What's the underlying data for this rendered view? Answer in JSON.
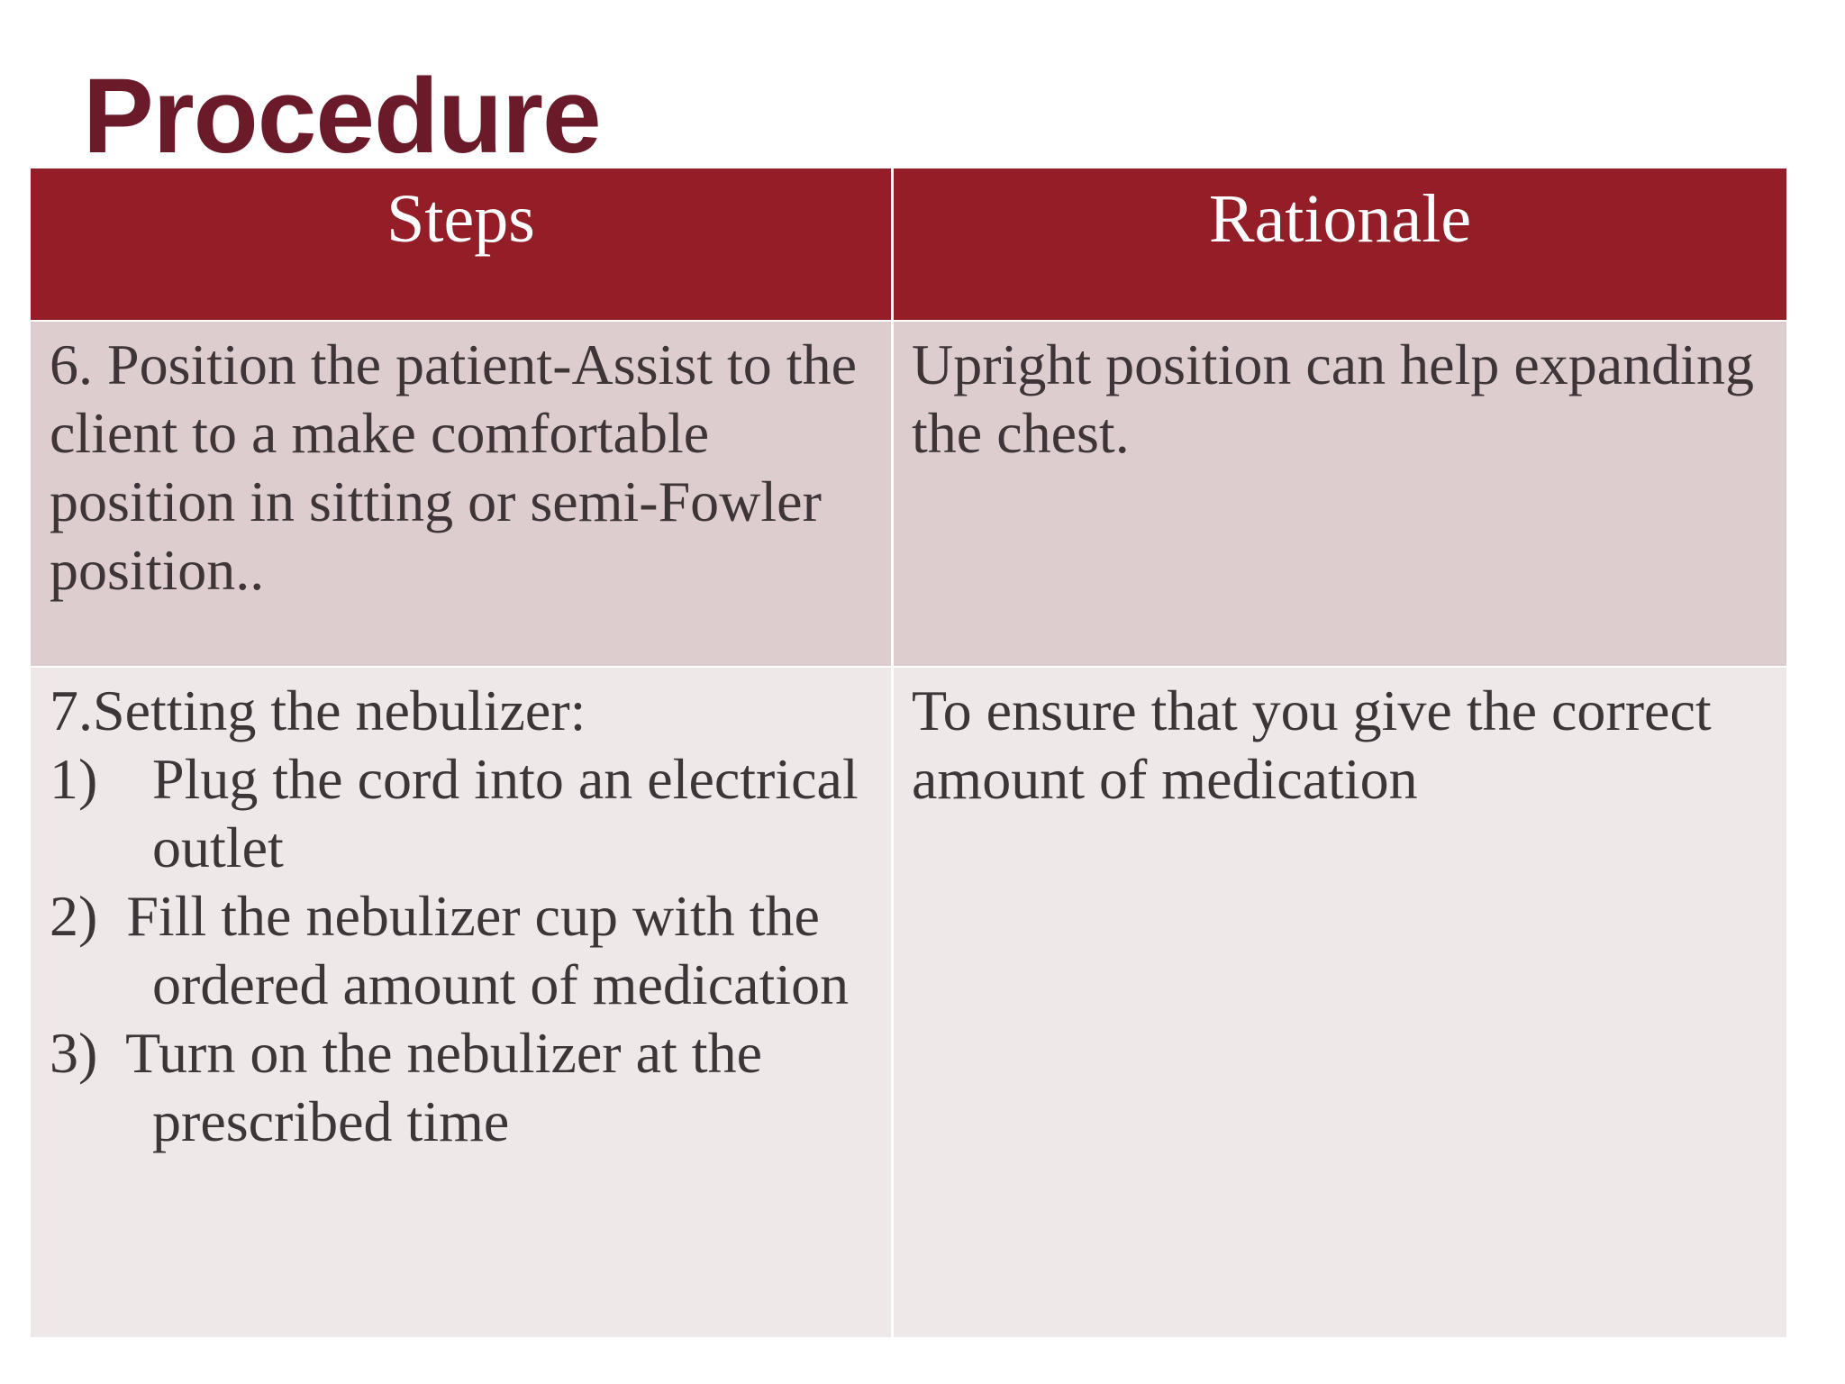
{
  "slide": {
    "title": "Procedure",
    "colors": {
      "title": "#6b1a2a",
      "header_bg": "#931e27",
      "row1_bg": "#ddcbcd",
      "row2_bg": "#ede6e7",
      "body_text": "#3d3538"
    }
  },
  "table": {
    "headers": [
      "Steps",
      "Rationale"
    ],
    "rows": [
      {
        "step": "6. Position the patient-Assist to the client to a make comfortable position in sitting or semi-Fowler position..",
        "rationale": "Upright position can help expanding the chest."
      },
      {
        "step_intro": "7.Setting the nebulizer:",
        "substeps": [
          {
            "num": "1)",
            "text": "Plug the cord into an electrical outlet"
          },
          {
            "num": "2)",
            "text": "Fill the nebulizer cup with the ordered amount of medication"
          },
          {
            "num": "3)",
            "text": "Turn on the nebulizer at the prescribed time"
          }
        ],
        "rationale": "To ensure that you give the correct amount of medication"
      }
    ]
  }
}
